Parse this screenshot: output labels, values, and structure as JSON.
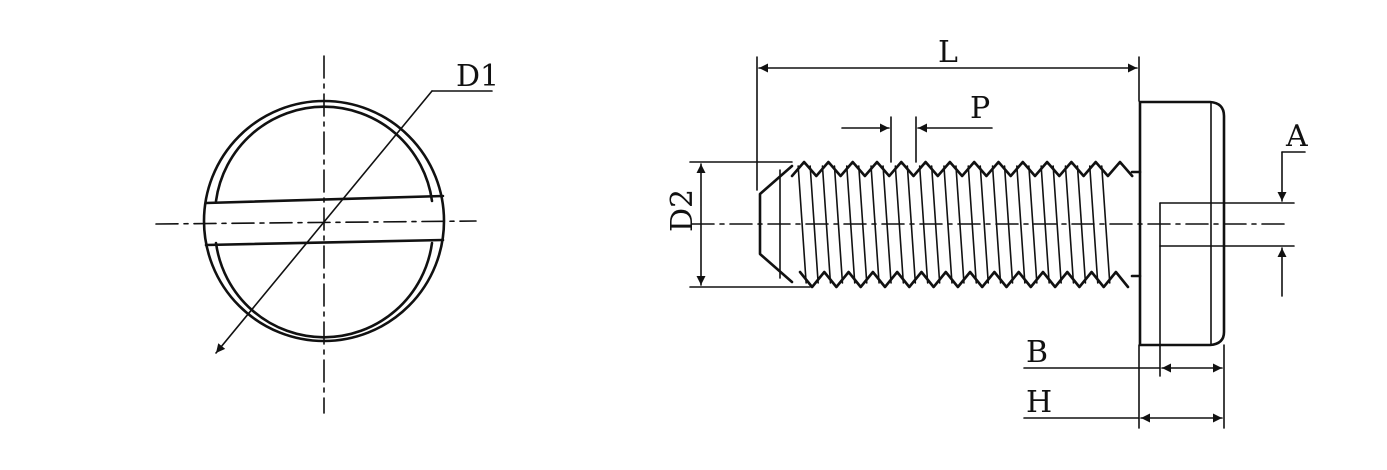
{
  "labels": {
    "d1": "D1",
    "d2": "D2",
    "l": "L",
    "p": "P",
    "a": "A",
    "b": "B",
    "h": "H"
  },
  "colors": {
    "line": "#111111",
    "background": "#ffffff"
  }
}
